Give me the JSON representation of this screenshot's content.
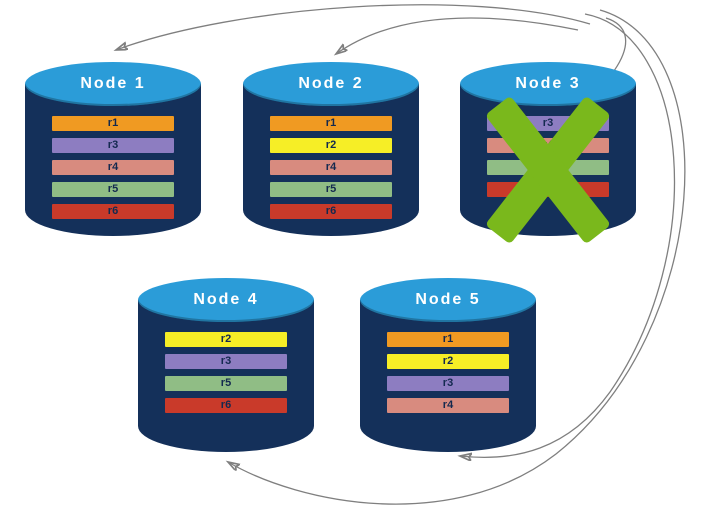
{
  "diagram": {
    "description": "Replicated database nodes with failed node redistributing replicas",
    "failure_mark": "X"
  },
  "colors": {
    "cylinder_body": "#14305a",
    "cylinder_top": "#2b9cd8",
    "node_label": "#ffffff",
    "bar_text": "#13294f",
    "failure_x": "#7ab81c",
    "arrow": "#7f7f7f",
    "r1": "#f09a22",
    "r2": "#f6ee26",
    "r3": "#8d7dc1",
    "r4": "#d88b7f",
    "r5": "#90bd85",
    "r6": "#c93a2a"
  },
  "nodes": [
    {
      "id": "node-1",
      "label": "Node 1",
      "failed": false,
      "replicas": [
        {
          "label": "r1",
          "color": "#f09a22"
        },
        {
          "label": "r3",
          "color": "#8d7dc1"
        },
        {
          "label": "r4",
          "color": "#d88b7f"
        },
        {
          "label": "r5",
          "color": "#90bd85"
        },
        {
          "label": "r6",
          "color": "#c93a2a"
        }
      ]
    },
    {
      "id": "node-2",
      "label": "Node 2",
      "failed": false,
      "replicas": [
        {
          "label": "r1",
          "color": "#f09a22"
        },
        {
          "label": "r2",
          "color": "#f6ee26"
        },
        {
          "label": "r4",
          "color": "#d88b7f"
        },
        {
          "label": "r5",
          "color": "#90bd85"
        },
        {
          "label": "r6",
          "color": "#c93a2a"
        }
      ]
    },
    {
      "id": "node-3",
      "label": "Node 3",
      "failed": true,
      "replicas": [
        {
          "label": "r3",
          "color": "#8d7dc1"
        },
        {
          "label": "r4",
          "color": "#d88b7f"
        },
        {
          "label": "r5",
          "color": "#90bd85"
        },
        {
          "label": "r6",
          "color": "#c93a2a"
        }
      ]
    },
    {
      "id": "node-4",
      "label": "Node 4",
      "failed": false,
      "replicas": [
        {
          "label": "r2",
          "color": "#f6ee26"
        },
        {
          "label": "r3",
          "color": "#8d7dc1"
        },
        {
          "label": "r5",
          "color": "#90bd85"
        },
        {
          "label": "r6",
          "color": "#c93a2a"
        }
      ]
    },
    {
      "id": "node-5",
      "label": "Node 5",
      "failed": false,
      "replicas": [
        {
          "label": "r1",
          "color": "#f09a22"
        },
        {
          "label": "r2",
          "color": "#f6ee26"
        },
        {
          "label": "r3",
          "color": "#8d7dc1"
        },
        {
          "label": "r4",
          "color": "#d88b7f"
        }
      ]
    }
  ]
}
